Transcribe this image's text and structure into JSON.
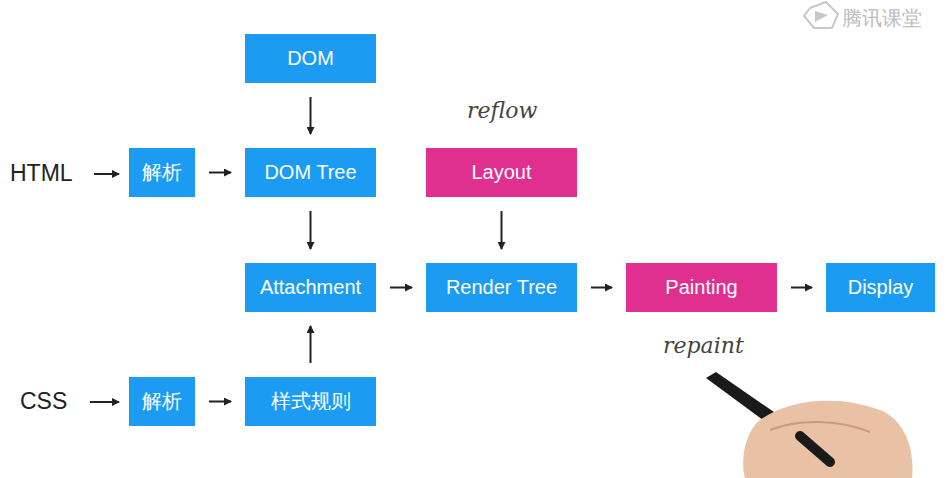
{
  "diagram": {
    "nodes": [
      {
        "text": [
          "DOM"
        ]
      },
      {
        "text": [
          "解析"
        ]
      },
      {
        "text": [
          "DOM Tree"
        ]
      },
      {
        "text": [
          "Layout"
        ]
      },
      {
        "text": [
          "Attachment"
        ]
      },
      {
        "text": [
          "Render Tree"
        ]
      },
      {
        "text": [
          "Painting"
        ]
      },
      {
        "text": [
          "Display"
        ]
      },
      {
        "text": [
          "解析"
        ]
      },
      {
        "text": [
          "样式规则"
        ]
      }
    ],
    "edges": [
      {
        "from": 0,
        "to": 2,
        "arrow": "to"
      },
      {
        "from": 1,
        "to": 2,
        "arrow": "to"
      },
      {
        "from": 2,
        "to": 4,
        "arrow": "to"
      },
      {
        "from": 3,
        "to": 5,
        "arrow": "to"
      },
      {
        "from": 4,
        "to": 5,
        "arrow": "to"
      },
      {
        "from": 5,
        "to": 6,
        "arrow": "to"
      },
      {
        "from": 6,
        "to": 7,
        "arrow": "to"
      },
      {
        "from": 8,
        "to": 9,
        "arrow": "to"
      },
      {
        "from": 9,
        "to": 4,
        "arrow": "to"
      }
    ],
    "labels": [
      "腾讯课堂",
      "reflow",
      "HTML",
      "CSS",
      "repaint"
    ]
  }
}
